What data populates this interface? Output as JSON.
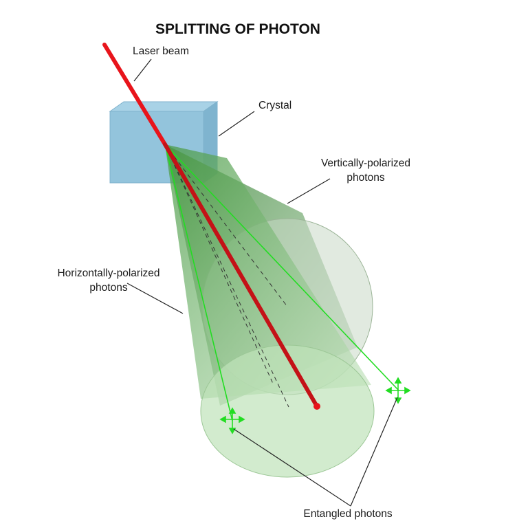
{
  "title": "SPLITTING OF PHOTON",
  "labels": {
    "laser_beam": "Laser beam",
    "crystal": "Crystal",
    "vertical_line1": "Vertically-polarized",
    "vertical_line2": "photons",
    "horizontal_line1": "Horizontally-polarized",
    "horizontal_line2": "photons",
    "entangled": "Entangled photons"
  },
  "colors": {
    "laser": "#e8141b",
    "crystal": "#8fbfd6",
    "cone": "#5fa85a",
    "photon_ray": "#22dd22",
    "leader": "#222222"
  }
}
